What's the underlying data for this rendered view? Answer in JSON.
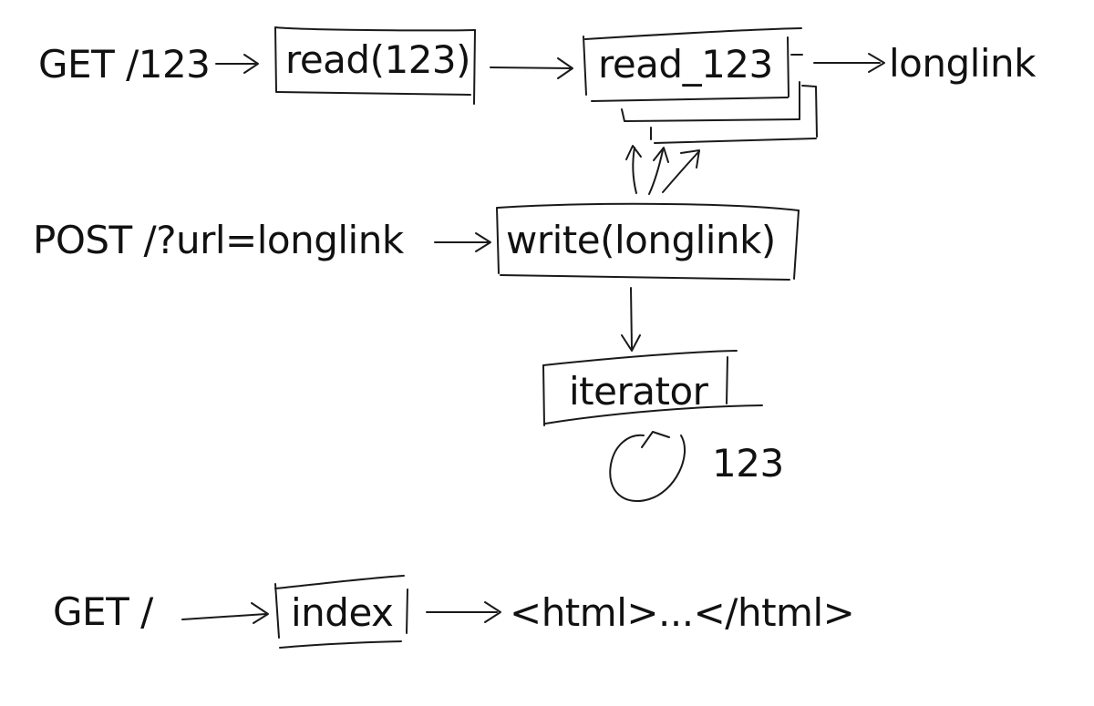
{
  "diagram": {
    "row_get_id": {
      "request": "GET /123",
      "handler": "read(123)",
      "worker": "read_123",
      "result": "longlink"
    },
    "row_post": {
      "request": "POST /?url=longlink",
      "handler": "write(longlink)"
    },
    "iterator": {
      "label": "iterator",
      "counter": "123"
    },
    "row_get_index": {
      "request": "GET /",
      "handler": "index",
      "result": "<html>...</html>"
    }
  }
}
